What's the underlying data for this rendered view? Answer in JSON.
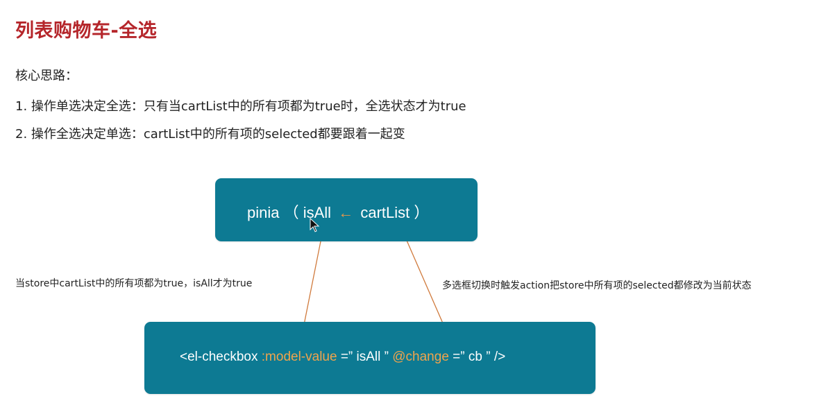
{
  "title": "列表购物车-全选",
  "heading": "核心思路：",
  "points": [
    "1. 操作单选决定全选：只有当cartList中的所有项都为true时，全选状态才为true",
    "2. 操作全选决定单选：cartList中的所有项的selected都要跟着一起变"
  ],
  "pinia_box": {
    "prefix": "pinia （",
    "is_all": "isAll",
    "arrow": "←",
    "cart_list": "cartList",
    "suffix": "）"
  },
  "notes": {
    "left": "当store中cartList中的所有项都为true，isAll才为true",
    "right": "多选框切换时触发action把store中所有项的selected都修改为当前状态"
  },
  "checkbox_box": {
    "tag": "<el-checkbox ",
    "model_attr": ":model-value",
    "model_eq": "=” isAll ” ",
    "change_attr": "@change",
    "change_eq": "=” cb ” />"
  },
  "colors": {
    "title": "#b5262b",
    "box": "#0d7a93",
    "accent": "#f0a44c",
    "arrow_line": "#d07a3c"
  }
}
